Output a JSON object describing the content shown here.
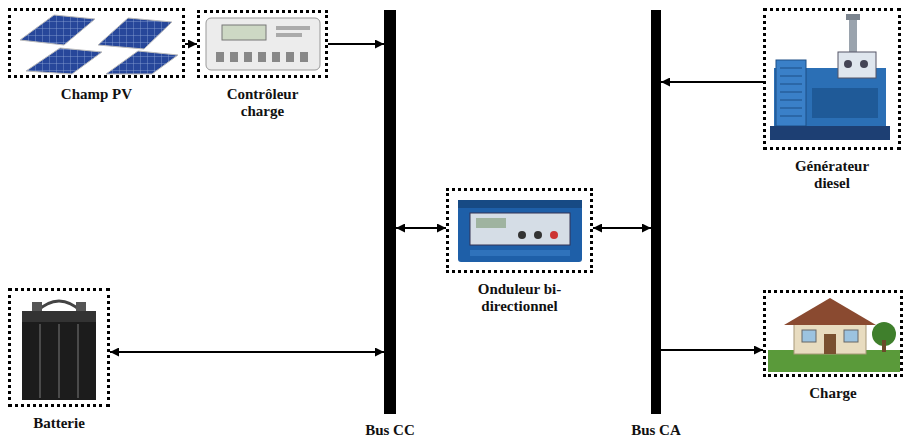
{
  "diagram": {
    "nodes": [
      {
        "text": [
          "Champ PV"
        ]
      },
      {
        "text": [
          "Contrôleur charge"
        ]
      },
      {
        "text": [
          "Générateur diesel"
        ]
      },
      {
        "text": [
          "Onduleur bi-directionnel"
        ]
      },
      {
        "text": [
          "Batterie"
        ]
      },
      {
        "text": [
          "Charge"
        ]
      },
      {
        "text": [
          "Bus CC"
        ]
      },
      {
        "text": [
          "Bus CA"
        ]
      }
    ],
    "edges": [
      {
        "from": 0,
        "to": 1,
        "arrow": "to"
      },
      {
        "from": 1,
        "to": 6,
        "arrow": "to"
      },
      {
        "from": 2,
        "to": 7,
        "arrow": "to"
      },
      {
        "from": 6,
        "to": 3,
        "arrow": "both"
      },
      {
        "from": 3,
        "to": 7,
        "arrow": "both"
      },
      {
        "from": 4,
        "to": 6,
        "arrow": "both"
      },
      {
        "from": 7,
        "to": 5,
        "arrow": "to"
      }
    ]
  }
}
